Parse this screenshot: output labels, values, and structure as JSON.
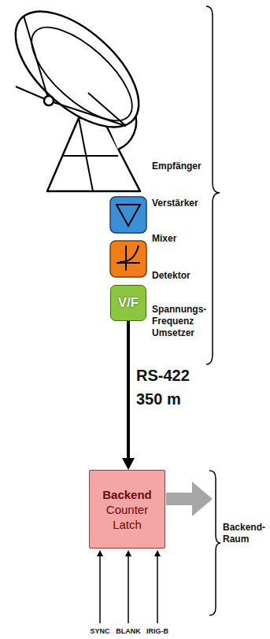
{
  "diagram": {
    "nodes": [
      {
        "text": [
          "V/F"
        ]
      },
      {
        "text": [
          "Backend",
          "Counter Latch"
        ]
      }
    ],
    "edges": [
      {
        "from": 0,
        "to": 1,
        "arrow": "to",
        "label": "RS-422 350 m"
      }
    ],
    "labels": [
      "Empfänger",
      "Verstärker",
      "Mixer",
      "Detektor",
      "Spannungs- Frequenz Umsetzer",
      "Backend-Raum",
      "SYNC",
      "BLANK",
      "IRIG-B"
    ]
  }
}
